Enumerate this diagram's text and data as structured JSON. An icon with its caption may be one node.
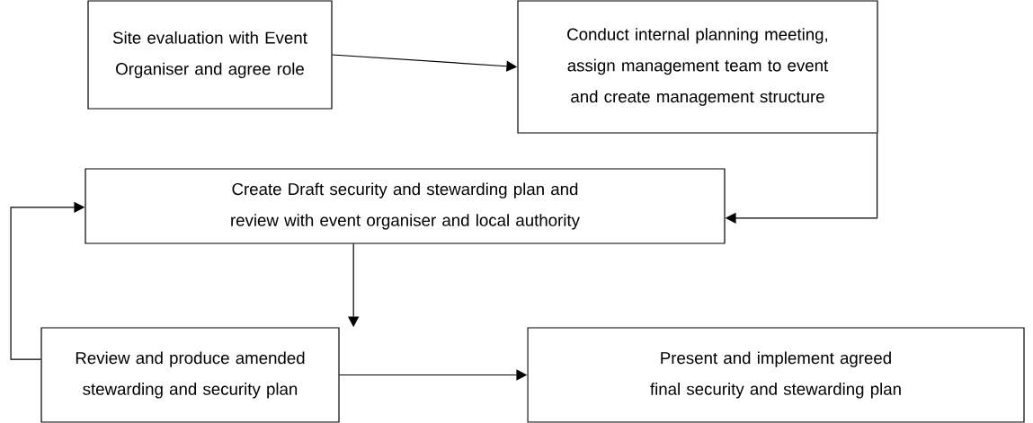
{
  "diagram": {
    "nodes": [
      {
        "text": [
          "Site evaluation with Event Organiser and agree role"
        ]
      },
      {
        "text": [
          "Conduct internal planning meeting, assign management team to event and create management structure"
        ]
      },
      {
        "text": [
          "Create Draft security and stewarding plan and review with event organiser and local authority"
        ]
      },
      {
        "text": [
          "Review and produce amended stewarding and security plan"
        ]
      },
      {
        "text": [
          "Present and implement agreed final security and stewarding plan"
        ]
      }
    ],
    "edges": [
      {
        "from": 0,
        "to": 1,
        "arrow": "to"
      },
      {
        "from": 1,
        "to": 2,
        "arrow": "to"
      },
      {
        "from": 2,
        "to": 3,
        "arrow": "to"
      },
      {
        "from": 3,
        "to": 2,
        "arrow": "to"
      },
      {
        "from": 3,
        "to": 4,
        "arrow": "to"
      }
    ]
  }
}
